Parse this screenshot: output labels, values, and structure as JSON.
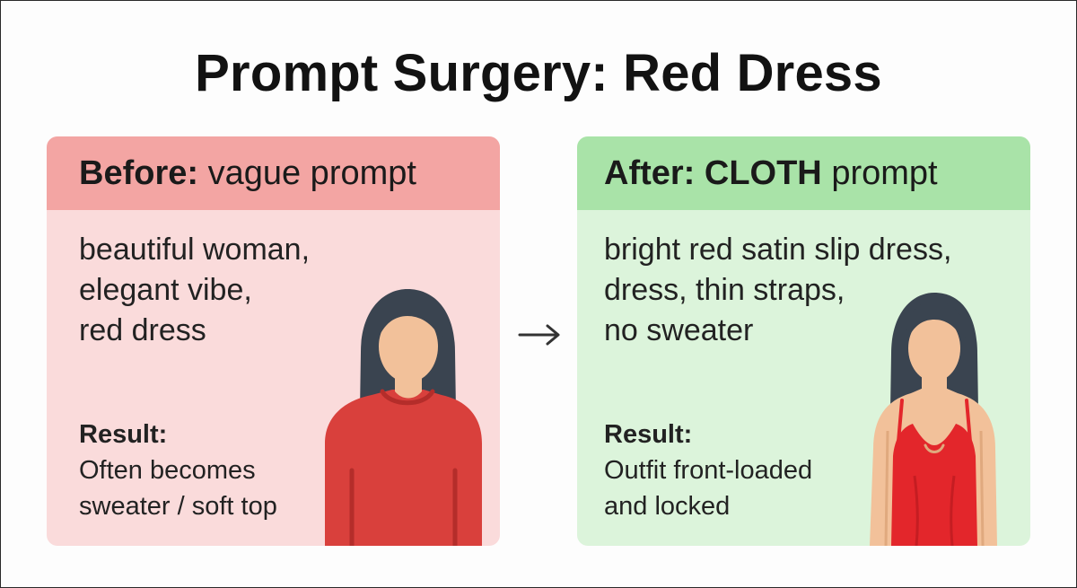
{
  "title": "Prompt Surgery: Red Dress",
  "arrow_icon": "right-arrow-icon",
  "before": {
    "header_bold": "Before:",
    "header_rest": " vague prompt",
    "prompt_lines": [
      "beautiful woman,",
      "elegant vibe,",
      "red dress"
    ],
    "result_label": "Result:",
    "result_lines": [
      "Often becomes",
      "sweater / soft top"
    ],
    "panel_color": "#fadbdb",
    "header_color": "#f3a5a3",
    "figure_icon": "woman-in-red-sweater-icon"
  },
  "after": {
    "header_bold": "After: CLOTH",
    "header_rest": " prompt",
    "prompt_lines": [
      "bright red satin slip dress,",
      "dress, thin straps,",
      "no sweater"
    ],
    "result_label": "Result:",
    "result_lines": [
      "Outfit front-loaded",
      "and locked"
    ],
    "panel_color": "#dcf4db",
    "header_color": "#a9e3a8",
    "figure_icon": "woman-in-red-slip-dress-icon"
  }
}
